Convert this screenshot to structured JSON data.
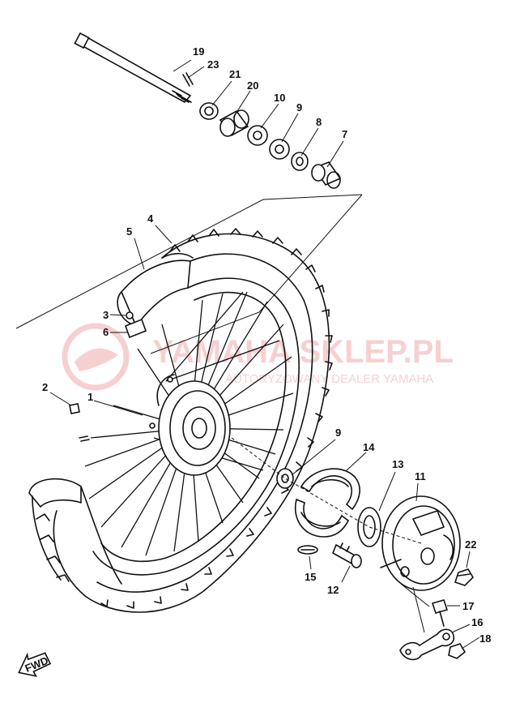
{
  "parts": [
    {
      "id": "p1",
      "label": "1"
    },
    {
      "id": "p2",
      "label": "2"
    },
    {
      "id": "p3",
      "label": "3"
    },
    {
      "id": "p4",
      "label": "4"
    },
    {
      "id": "p5",
      "label": "5"
    },
    {
      "id": "p6",
      "label": "6"
    },
    {
      "id": "p7",
      "label": "7"
    },
    {
      "id": "p8",
      "label": "8"
    },
    {
      "id": "p9a",
      "label": "9"
    },
    {
      "id": "p9b",
      "label": "9"
    },
    {
      "id": "p10",
      "label": "10"
    },
    {
      "id": "p11",
      "label": "11"
    },
    {
      "id": "p12",
      "label": "12"
    },
    {
      "id": "p13",
      "label": "13"
    },
    {
      "id": "p14",
      "label": "14"
    },
    {
      "id": "p15",
      "label": "15"
    },
    {
      "id": "p16",
      "label": "16"
    },
    {
      "id": "p17",
      "label": "17"
    },
    {
      "id": "p18",
      "label": "18"
    },
    {
      "id": "p19",
      "label": "19"
    },
    {
      "id": "p20",
      "label": "20"
    },
    {
      "id": "p21",
      "label": "21"
    },
    {
      "id": "p22",
      "label": "22"
    },
    {
      "id": "p23",
      "label": "23"
    }
  ],
  "fwd_arrow_text": "FWD",
  "watermark": {
    "main": "YAMAHA SKLEP.PL",
    "sub": "AUTORYZOWANY DEALER YAMAHA",
    "color": "#e05a5a"
  }
}
